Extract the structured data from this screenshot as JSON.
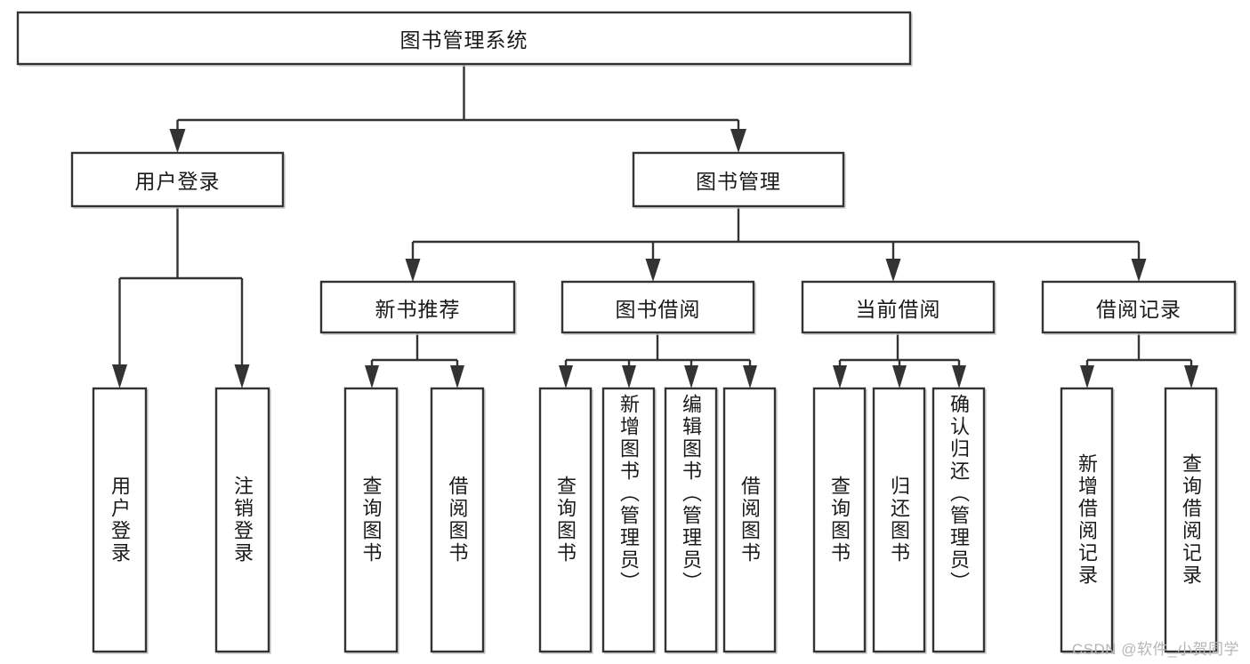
{
  "diagram": {
    "title": "图书管理系统",
    "type": "tree-hierarchy",
    "colors": {
      "box_stroke": "#333333",
      "box_fill": "#ffffff",
      "edge": "#333333",
      "text": "#1a1a1a",
      "background": "#ffffff",
      "watermark": "#b6b6b6"
    },
    "root": {
      "label": "图书管理系统"
    },
    "level2": [
      {
        "label": "用户登录"
      },
      {
        "label": "图书管理"
      }
    ],
    "level3": [
      {
        "label": "新书推荐"
      },
      {
        "label": "图书借阅"
      },
      {
        "label": "当前借阅"
      },
      {
        "label": "借阅记录"
      }
    ],
    "leaves": {
      "user_login": [
        {
          "label": "用户登录"
        },
        {
          "label": "注销登录"
        }
      ],
      "new_book_recommend": [
        {
          "label": "查询图书"
        },
        {
          "label": "借阅图书"
        }
      ],
      "book_borrow": [
        {
          "label": "查询图书"
        },
        {
          "label": "新增图书（管理员）"
        },
        {
          "label": "编辑图书（管理员）"
        },
        {
          "label": "借阅图书"
        }
      ],
      "current_borrow": [
        {
          "label": "查询图书"
        },
        {
          "label": "归还图书"
        },
        {
          "label": "确认归还（管理员）"
        }
      ],
      "borrow_record": [
        {
          "label": "新增借阅记录"
        },
        {
          "label": "查询借阅记录"
        }
      ]
    }
  },
  "watermark": {
    "text": "CSDN @软件_小贺同学"
  }
}
